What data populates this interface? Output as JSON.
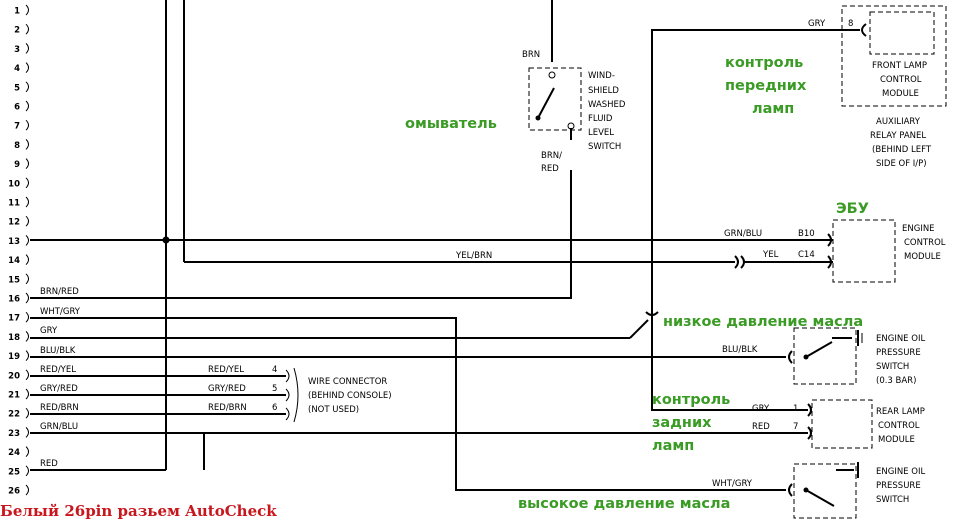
{
  "pins": [
    "1",
    "2",
    "3",
    "4",
    "5",
    "6",
    "7",
    "8",
    "9",
    "10",
    "11",
    "12",
    "13",
    "14",
    "15",
    "16",
    "17",
    "18",
    "19",
    "20",
    "21",
    "22",
    "23",
    "24",
    "25",
    "26"
  ],
  "wire_labels": {
    "p16": "BRN/RED",
    "p17": "WHT/GRY",
    "p18": "GRY",
    "p19": "BLU/BLK",
    "p20": "RED/YEL",
    "p21": "GRY/RED",
    "p22": "RED/BRN",
    "p23": "GRN/BLU",
    "p25": "RED",
    "c20": "RED/YEL",
    "c21": "GRY/RED",
    "c22": "RED/BRN",
    "c20_num": "4",
    "c21_num": "5",
    "c22_num": "6",
    "yel_brn": "YEL/BRN",
    "brn_top": "BRN",
    "brn_red_1": "BRN/",
    "brn_red_2": "RED",
    "grn_blu_ecu": "GRN/BLU",
    "b10": "B10",
    "yel_ecu": "YEL",
    "c14": "C14",
    "gry_front": "GRY",
    "pin8": "8",
    "blu_blk_oil": "BLU/BLK",
    "gry_rear": "GRY",
    "rear_pin1": "1",
    "red_rear": "RED",
    "rear_pin7": "7",
    "wht_gry_oil": "WHT/GRY"
  },
  "components": {
    "washer_switch": [
      "WIND-",
      "SHIELD",
      "WASHED",
      "FLUID",
      "LEVEL",
      "SWITCH"
    ],
    "front_lamp": [
      "FRONT LAMP",
      "CONTROL",
      "MODULE"
    ],
    "aux_relay": [
      "AUXILIARY",
      "RELAY PANEL",
      "(BEHIND LEFT",
      "SIDE OF I/P)"
    ],
    "ecm": [
      "ENGINE",
      "CONTROL",
      "MODULE"
    ],
    "oil_low": [
      "ENGINE OIL",
      "PRESSURE",
      "SWITCH",
      "(0.3 BAR)"
    ],
    "rear_lamp": [
      "REAR LAMP",
      "CONTROL",
      "MODULE"
    ],
    "oil_high": [
      "ENGINE OIL",
      "PRESSURE",
      "SWITCH"
    ],
    "wire_connector": [
      "WIRE CONNECTOR",
      "(BEHIND CONSOLE)",
      "(NOT USED)"
    ]
  },
  "annotations": {
    "washer": "омыватель",
    "front_lamps": [
      "контроль",
      "передних",
      "ламп"
    ],
    "ecu": "ЭБУ",
    "low_oil": "низкое давление масла",
    "rear_lamps": [
      "контроль",
      "задних",
      "ламп"
    ],
    "high_oil": "высокое давление масла",
    "caption": "Белый 26pin разьем AutoCheck"
  },
  "colors": {
    "annotation": "#3a9b25",
    "caption": "#c8161d",
    "line": "#000000"
  }
}
